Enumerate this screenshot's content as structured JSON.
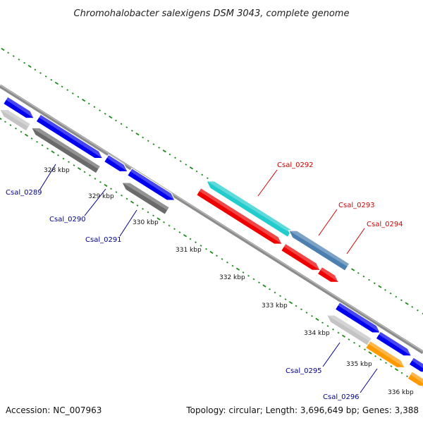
{
  "title": "Chromohalobacter salexigens DSM 3043, complete genome",
  "footer": {
    "accession": "Accession: NC_007963",
    "summary": "Topology: circular; Length: 3,696,649 bp; Genes: 3,388"
  },
  "colors": {
    "backbone": "#8c8c8c",
    "tick": "#1a8a1a",
    "forward_label": "#00008b",
    "reverse_label": "#cc0000",
    "blue": "#0000ee",
    "gray_dark": "#6a6a6a",
    "gray_light": "#c4c4c4",
    "cyan": "#22cccc",
    "steel": "#4a7fb0",
    "red": "#ee0000",
    "orange": "#ff9900"
  },
  "kbp_ticks": [
    "328 kbp",
    "329 kbp",
    "330 kbp",
    "331 kbp",
    "332 kbp",
    "333 kbp",
    "334 kbp",
    "335 kbp",
    "336 kbp"
  ],
  "gene_labels": [
    {
      "text": "Csal_0289",
      "strand": "forward"
    },
    {
      "text": "Csal_0290",
      "strand": "forward"
    },
    {
      "text": "Csal_0291",
      "strand": "forward"
    },
    {
      "text": "Csal_0292",
      "strand": "reverse"
    },
    {
      "text": "Csal_0293",
      "strand": "reverse"
    },
    {
      "text": "Csal_0294",
      "strand": "reverse"
    },
    {
      "text": "Csal_0295",
      "strand": "forward"
    },
    {
      "text": "Csal_0296",
      "strand": "forward"
    }
  ]
}
